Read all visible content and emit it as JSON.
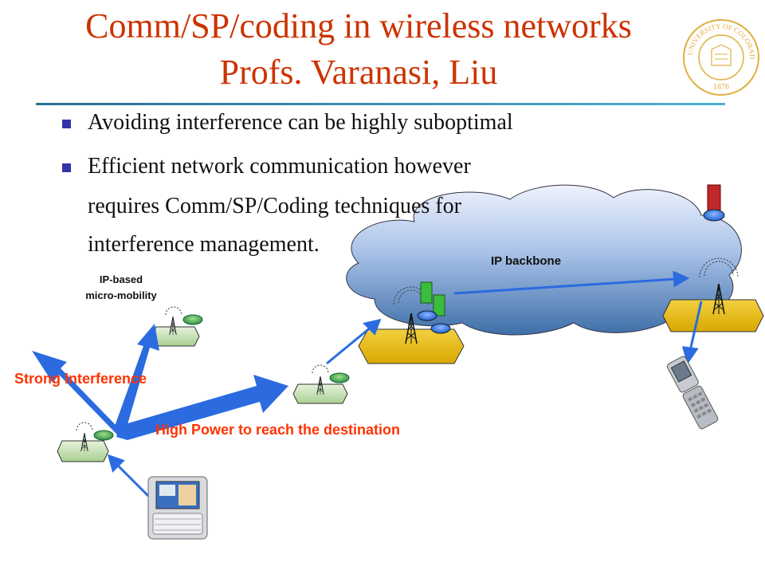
{
  "slide": {
    "title_line1": "Comm/SP/coding in wireless networks",
    "title_line2": "Profs. Varanasi, Liu",
    "bullets": [
      {
        "lines": [
          "Avoiding interference can be highly suboptimal"
        ]
      },
      {
        "lines": [
          "Efficient network communication however",
          "requires Comm/SP/Coding techniques for",
          "interference management."
        ]
      }
    ]
  },
  "diagram": {
    "cloud_label": "IP backbone",
    "mobility_label_line1": "IP-based",
    "mobility_label_line2": "micro-mobility",
    "interference_label": "Strong Interference",
    "high_power_label": "High Power to reach the destination"
  },
  "seal": {
    "top_text": "UNIVERSITY OF COLORADO",
    "year": "1876"
  },
  "colors": {
    "title": "#cc3300",
    "bullet": "#3333aa",
    "arrow": "#2b6bdf",
    "warning_text": "#ff3300",
    "cloud_top": "#e8eefc",
    "cloud_bottom": "#3e6fa8",
    "platform": "#e6b800",
    "node_box": "#cfe6c0",
    "seal": "#e0b040"
  }
}
